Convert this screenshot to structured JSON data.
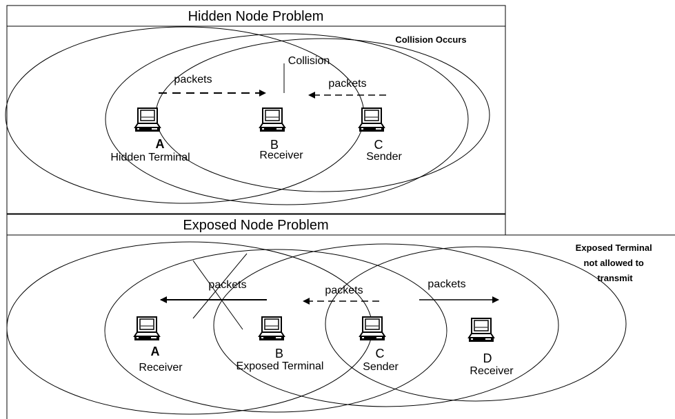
{
  "hidden": {
    "title": "Hidden Node Problem",
    "note": "Collision Occurs",
    "collision_label": "Collision",
    "packets_left": "packets",
    "packets_right": "packets",
    "node_a_letter": "A",
    "node_a_label": "Hidden Terminal",
    "node_b_letter": "B",
    "node_b_label": "Receiver",
    "node_c_letter": "C",
    "node_c_label": "Sender"
  },
  "exposed": {
    "title": "Exposed Node Problem",
    "note_lines": [
      "Exposed Terminal",
      "not allowed to",
      "transmit"
    ],
    "packets_1": "packets",
    "packets_2": "packets",
    "packets_3": "packets",
    "node_a_letter": "A",
    "node_a_label": "Receiver",
    "node_b_letter": "B",
    "node_b_label": "Exposed Terminal",
    "node_c_letter": "C",
    "node_c_label": "Sender",
    "node_d_letter": "D",
    "node_d_label": "Receiver"
  }
}
